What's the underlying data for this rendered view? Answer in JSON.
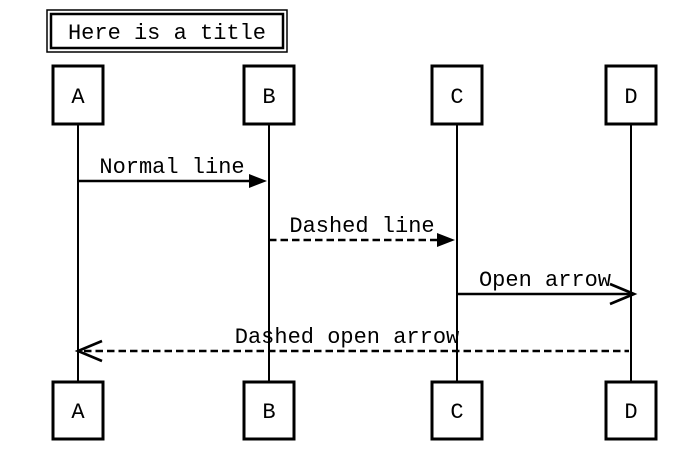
{
  "diagram": {
    "title": "Here is a title",
    "actors": [
      {
        "name": "A"
      },
      {
        "name": "B"
      },
      {
        "name": "C"
      },
      {
        "name": "D"
      }
    ],
    "messages": [
      {
        "label": "Normal line",
        "from": "A",
        "to": "B",
        "line_style": "solid",
        "arrowhead": "filled"
      },
      {
        "label": "Dashed line",
        "from": "B",
        "to": "C",
        "line_style": "dashed",
        "arrowhead": "filled"
      },
      {
        "label": "Open arrow",
        "from": "C",
        "to": "D",
        "line_style": "solid",
        "arrowhead": "open"
      },
      {
        "label": "Dashed open arrow",
        "from": "D",
        "to": "A",
        "line_style": "dashed",
        "arrowhead": "open"
      }
    ],
    "colors": {
      "stroke": "#000000",
      "text": "#000000",
      "background": "#ffffff"
    }
  }
}
